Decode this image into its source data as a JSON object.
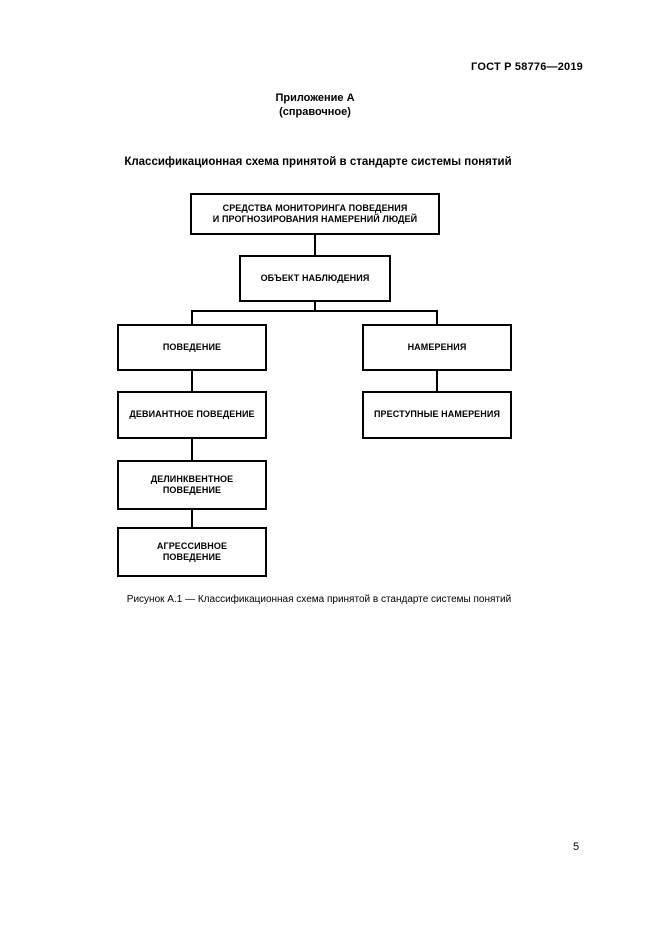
{
  "page": {
    "standard_ref": "ГОСТ Р 58776—2019",
    "appendix_title": "Приложение А",
    "appendix_subtitle": "(справочное)",
    "section_title": "Классификационная схема принятой в стандарте системы понятий",
    "figure_caption": "Рисунок А.1 — Классификационная схема принятой в стандарте системы понятий",
    "page_number": "5"
  },
  "diagram": {
    "nodes": {
      "root": "СРЕДСТВА МОНИТОРИНГА ПОВЕДЕНИЯ\nИ ПРОГНОЗИРОВАНИЯ НАМЕРЕНИЙ ЛЮДЕЙ",
      "object": "ОБЪЕКТ НАБЛЮДЕНИЯ",
      "behavior": "ПОВЕДЕНИЕ",
      "intentions": "НАМЕРЕНИЯ",
      "deviant": "ДЕВИАНТНОЕ ПОВЕДЕНИЕ",
      "criminal": "ПРЕСТУПНЫЕ НАМЕРЕНИЯ",
      "delinquent": "ДЕЛИНКВЕНТНОЕ\nПОВЕДЕНИЕ",
      "aggressive": "АГРЕССИВНОЕ\nПОВЕДЕНИЕ"
    },
    "edges": [
      [
        "root",
        "object"
      ],
      [
        "object",
        "behavior"
      ],
      [
        "object",
        "intentions"
      ],
      [
        "behavior",
        "deviant"
      ],
      [
        "intentions",
        "criminal"
      ],
      [
        "deviant",
        "delinquent"
      ],
      [
        "delinquent",
        "aggressive"
      ]
    ],
    "colors": {
      "border": "#000000",
      "text": "#000000",
      "background": "#ffffff"
    }
  }
}
